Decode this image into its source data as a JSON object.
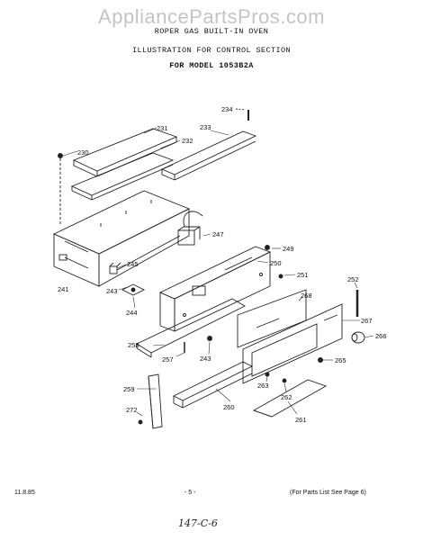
{
  "watermark": "AppliancePartsPros.com",
  "header": {
    "line1": "ROPER GAS BUILT-IN OVEN",
    "line2": "ILLUSTRATION FOR CONTROL SECTION",
    "line3": "FOR MODEL 1053B2A"
  },
  "parts": [
    {
      "id": "p230",
      "text": "230"
    },
    {
      "id": "p231",
      "text": "231"
    },
    {
      "id": "p232",
      "text": "232"
    },
    {
      "id": "p233",
      "text": "233"
    },
    {
      "id": "p234",
      "text": "234"
    },
    {
      "id": "p241",
      "text": "241"
    },
    {
      "id": "p243a",
      "text": "243"
    },
    {
      "id": "p243b",
      "text": "243"
    },
    {
      "id": "p244",
      "text": "244"
    },
    {
      "id": "p245",
      "text": "245"
    },
    {
      "id": "p247",
      "text": "247"
    },
    {
      "id": "p249",
      "text": "249"
    },
    {
      "id": "p250",
      "text": "250"
    },
    {
      "id": "p251",
      "text": "251"
    },
    {
      "id": "p252",
      "text": "252"
    },
    {
      "id": "p257",
      "text": "257"
    },
    {
      "id": "p258",
      "text": "258"
    },
    {
      "id": "p259",
      "text": "259"
    },
    {
      "id": "p260",
      "text": "260"
    },
    {
      "id": "p261",
      "text": "261"
    },
    {
      "id": "p262",
      "text": "262"
    },
    {
      "id": "p263",
      "text": "263"
    },
    {
      "id": "p265",
      "text": "265"
    },
    {
      "id": "p266",
      "text": "266"
    },
    {
      "id": "p267",
      "text": "267"
    },
    {
      "id": "p268",
      "text": "268"
    },
    {
      "id": "p272",
      "text": "272"
    }
  ],
  "footer": {
    "left": "11.8.85",
    "center": "- 5 -",
    "right": "(For Parts List See Page 6)"
  },
  "handwritten": "147-C-6"
}
